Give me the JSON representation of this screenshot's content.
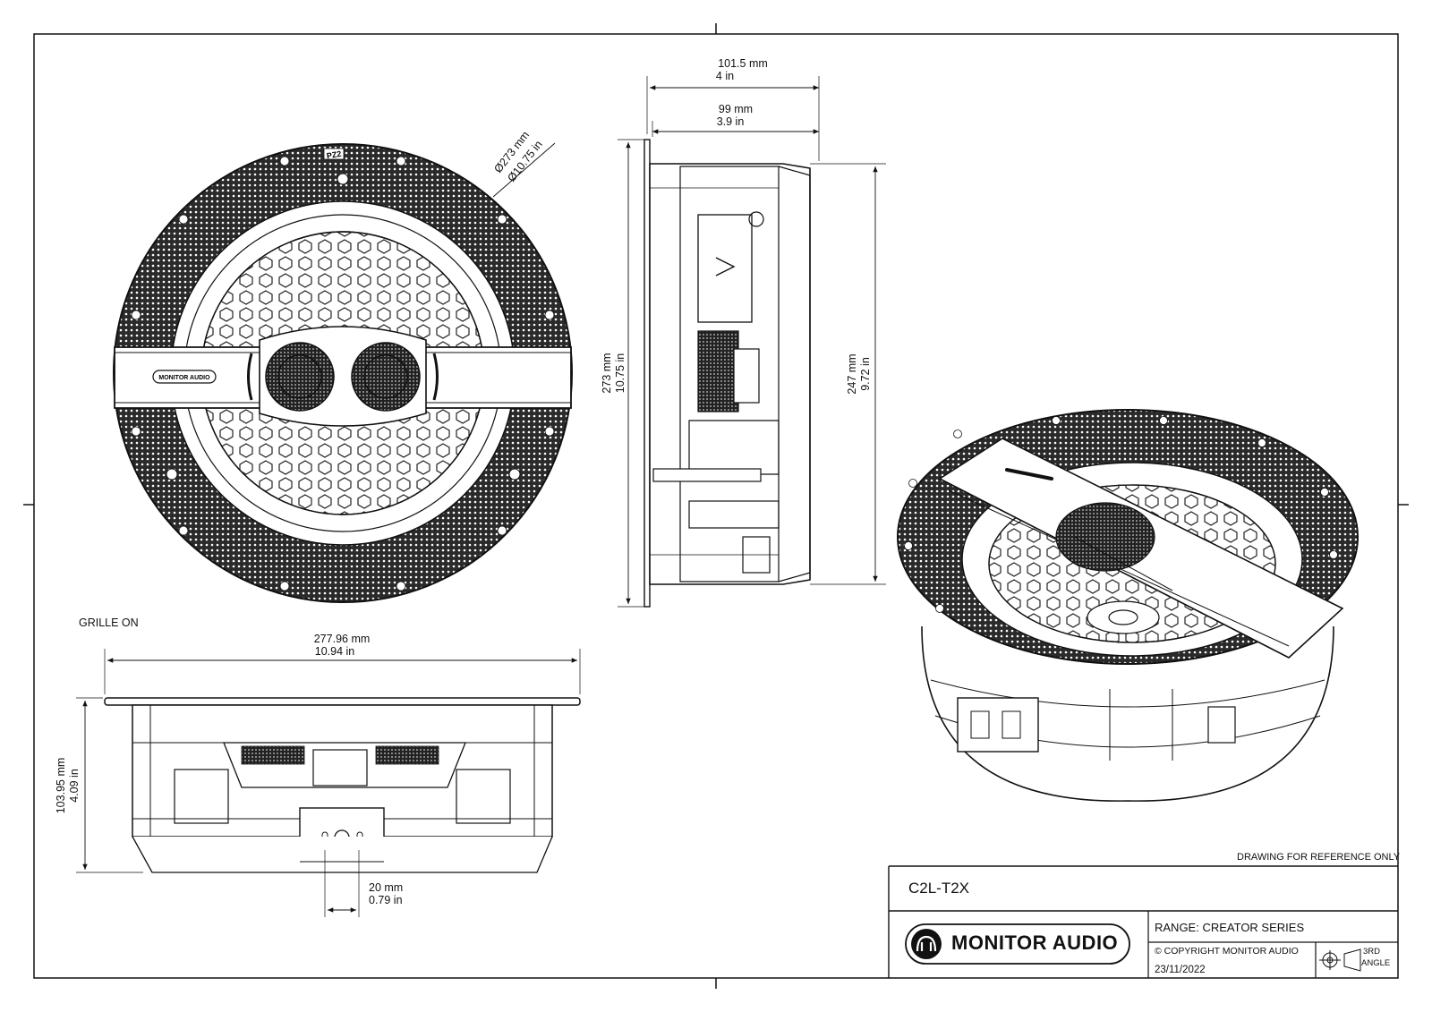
{
  "top_view": {
    "marking": "PZ2",
    "diameter_mm": "Ø273 mm",
    "diameter_in": "Ø10.75 in",
    "badge_text": "MONITOR AUDIO",
    "caption": "GRILLE ON"
  },
  "side_view": {
    "overall_depth_mm": "101.5 mm",
    "overall_depth_in": "4 in",
    "body_depth_mm": "99 mm",
    "body_depth_in": "3.9 in",
    "flange_height_mm": "273 mm",
    "flange_height_in": "10.75 in",
    "body_height_mm": "247 mm",
    "body_height_in": "9.72 in"
  },
  "front_view": {
    "width_mm": "277.96 mm",
    "width_in": "10.94 in",
    "height_mm": "103.95 mm",
    "height_in": "4.09 in",
    "terminal_mm": "20 mm",
    "terminal_in": "0.79 in"
  },
  "title_block": {
    "note": "DRAWING FOR REFERENCE ONLY",
    "model": "C2L-T2X",
    "brand": "MONITOR AUDIO",
    "range": "RANGE: CREATOR SERIES",
    "copyright": "© COPYRIGHT MONITOR AUDIO",
    "date": "23/11/2022",
    "projection_line1": "3RD",
    "projection_line2": "ANGLE"
  }
}
